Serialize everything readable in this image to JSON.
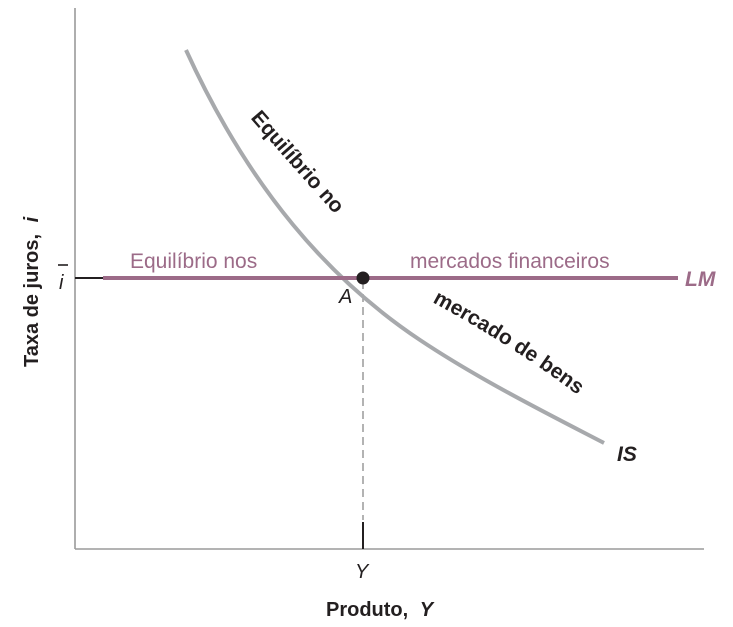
{
  "axes": {
    "y_title": "Taxa de juros,",
    "y_var": "i",
    "x_title": "Produto,",
    "x_var": "Y"
  },
  "ticks": {
    "i_bar": "i",
    "y_tick": "Y"
  },
  "point": {
    "label": "A"
  },
  "lm": {
    "label": "LM",
    "text_left": "Equilíbrio nos",
    "text_right": "mercados financeiros",
    "color": "#9c6b88"
  },
  "is": {
    "label": "IS",
    "text_upper": "Equilíbrio no",
    "text_lower": "mercado de bens",
    "color": "#a7a9ac"
  }
}
